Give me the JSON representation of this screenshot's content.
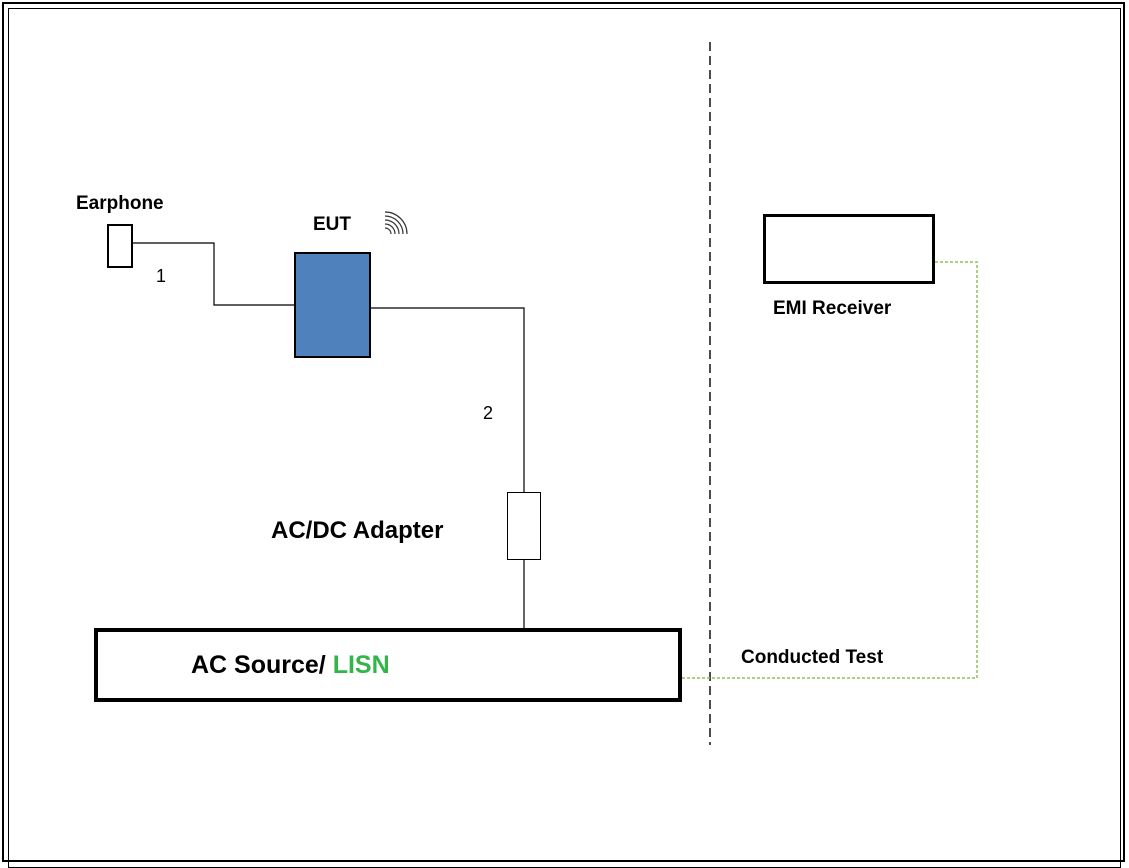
{
  "labels": {
    "earphone": "Earphone",
    "eut": "EUT",
    "cable_1": "1",
    "cable_2": "2",
    "adapter": "AC/DC Adapter",
    "ac_source_prefix": "AC Source/ ",
    "lisn": "LISN",
    "emi_receiver": "EMI Receiver",
    "conducted_test": "Conducted Test"
  },
  "colors": {
    "eut_fill": "#4f81bd",
    "lisn_text": "#33b54a",
    "conducted_line": "#8fbf5a"
  },
  "icons": {
    "wireless": "wireless-signal-icon"
  }
}
